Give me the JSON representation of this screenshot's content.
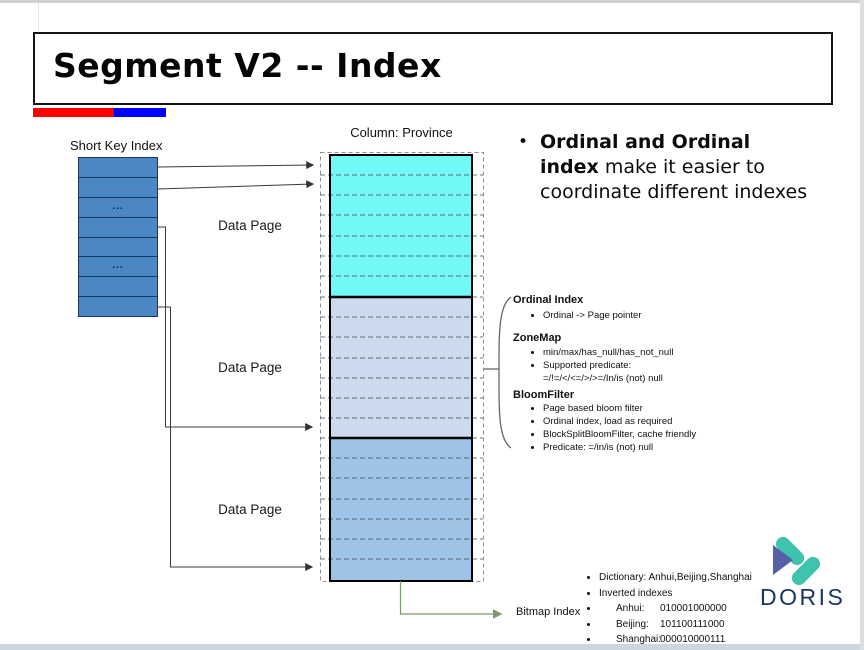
{
  "title": "Segment V2 -- Index",
  "main_bullet": {
    "marker": "•",
    "bold": "Ordinal and Ordinal index",
    "rest": " make it easier to coordinate different indexes"
  },
  "short_key_index": {
    "label": "Short Key Index",
    "rows": [
      "",
      "",
      "...",
      "",
      "",
      "...",
      "",
      ""
    ]
  },
  "data_page_labels": [
    "Data Page",
    "Data Page",
    "Data Page"
  ],
  "column": {
    "label": "Column: Province"
  },
  "index_annotations": {
    "ordinal": {
      "title": "Ordinal Index",
      "items": [
        "Ordinal -> Page pointer"
      ]
    },
    "zonemap": {
      "title": "ZoneMap",
      "items": [
        "min/max/has_null/has_not_null",
        "Supported predicate:\n=/!=/</<=/>/>=/In/is (not) null"
      ]
    },
    "bloomfilter": {
      "title": "BloomFilter",
      "items": [
        "Page based bloom filter",
        "Ordinal index, load as required",
        "BlockSplitBloomFilter, cache friendly",
        "Predicate: =/in/is (not) null"
      ]
    }
  },
  "bitmap": {
    "label": "Bitmap Index",
    "bullets": [
      "Dictionary: Anhui,Beijing,Shanghai",
      "Inverted indexes"
    ],
    "entries": [
      {
        "name": "Anhui:",
        "bits": "010001000000"
      },
      {
        "name": "Beijing:",
        "bits": "101100111000"
      },
      {
        "name": "Shanghai:",
        "bits": "000010000111"
      }
    ]
  },
  "logo": {
    "text": "DORIS"
  },
  "colors": {
    "stack_fill": "#4A87C4",
    "stack_border": "#17375E",
    "seg_top": "#73F8F8",
    "seg_mid": "#CDD9EC",
    "seg_bottom": "#9DC3E6",
    "bar_red": "#FE0000",
    "bar_blue": "#0000FE",
    "connector_green": "#7A9A68",
    "logo_teal": "#3FC3AC",
    "logo_indigo": "#5560A8",
    "logo_navy": "#17365D"
  }
}
